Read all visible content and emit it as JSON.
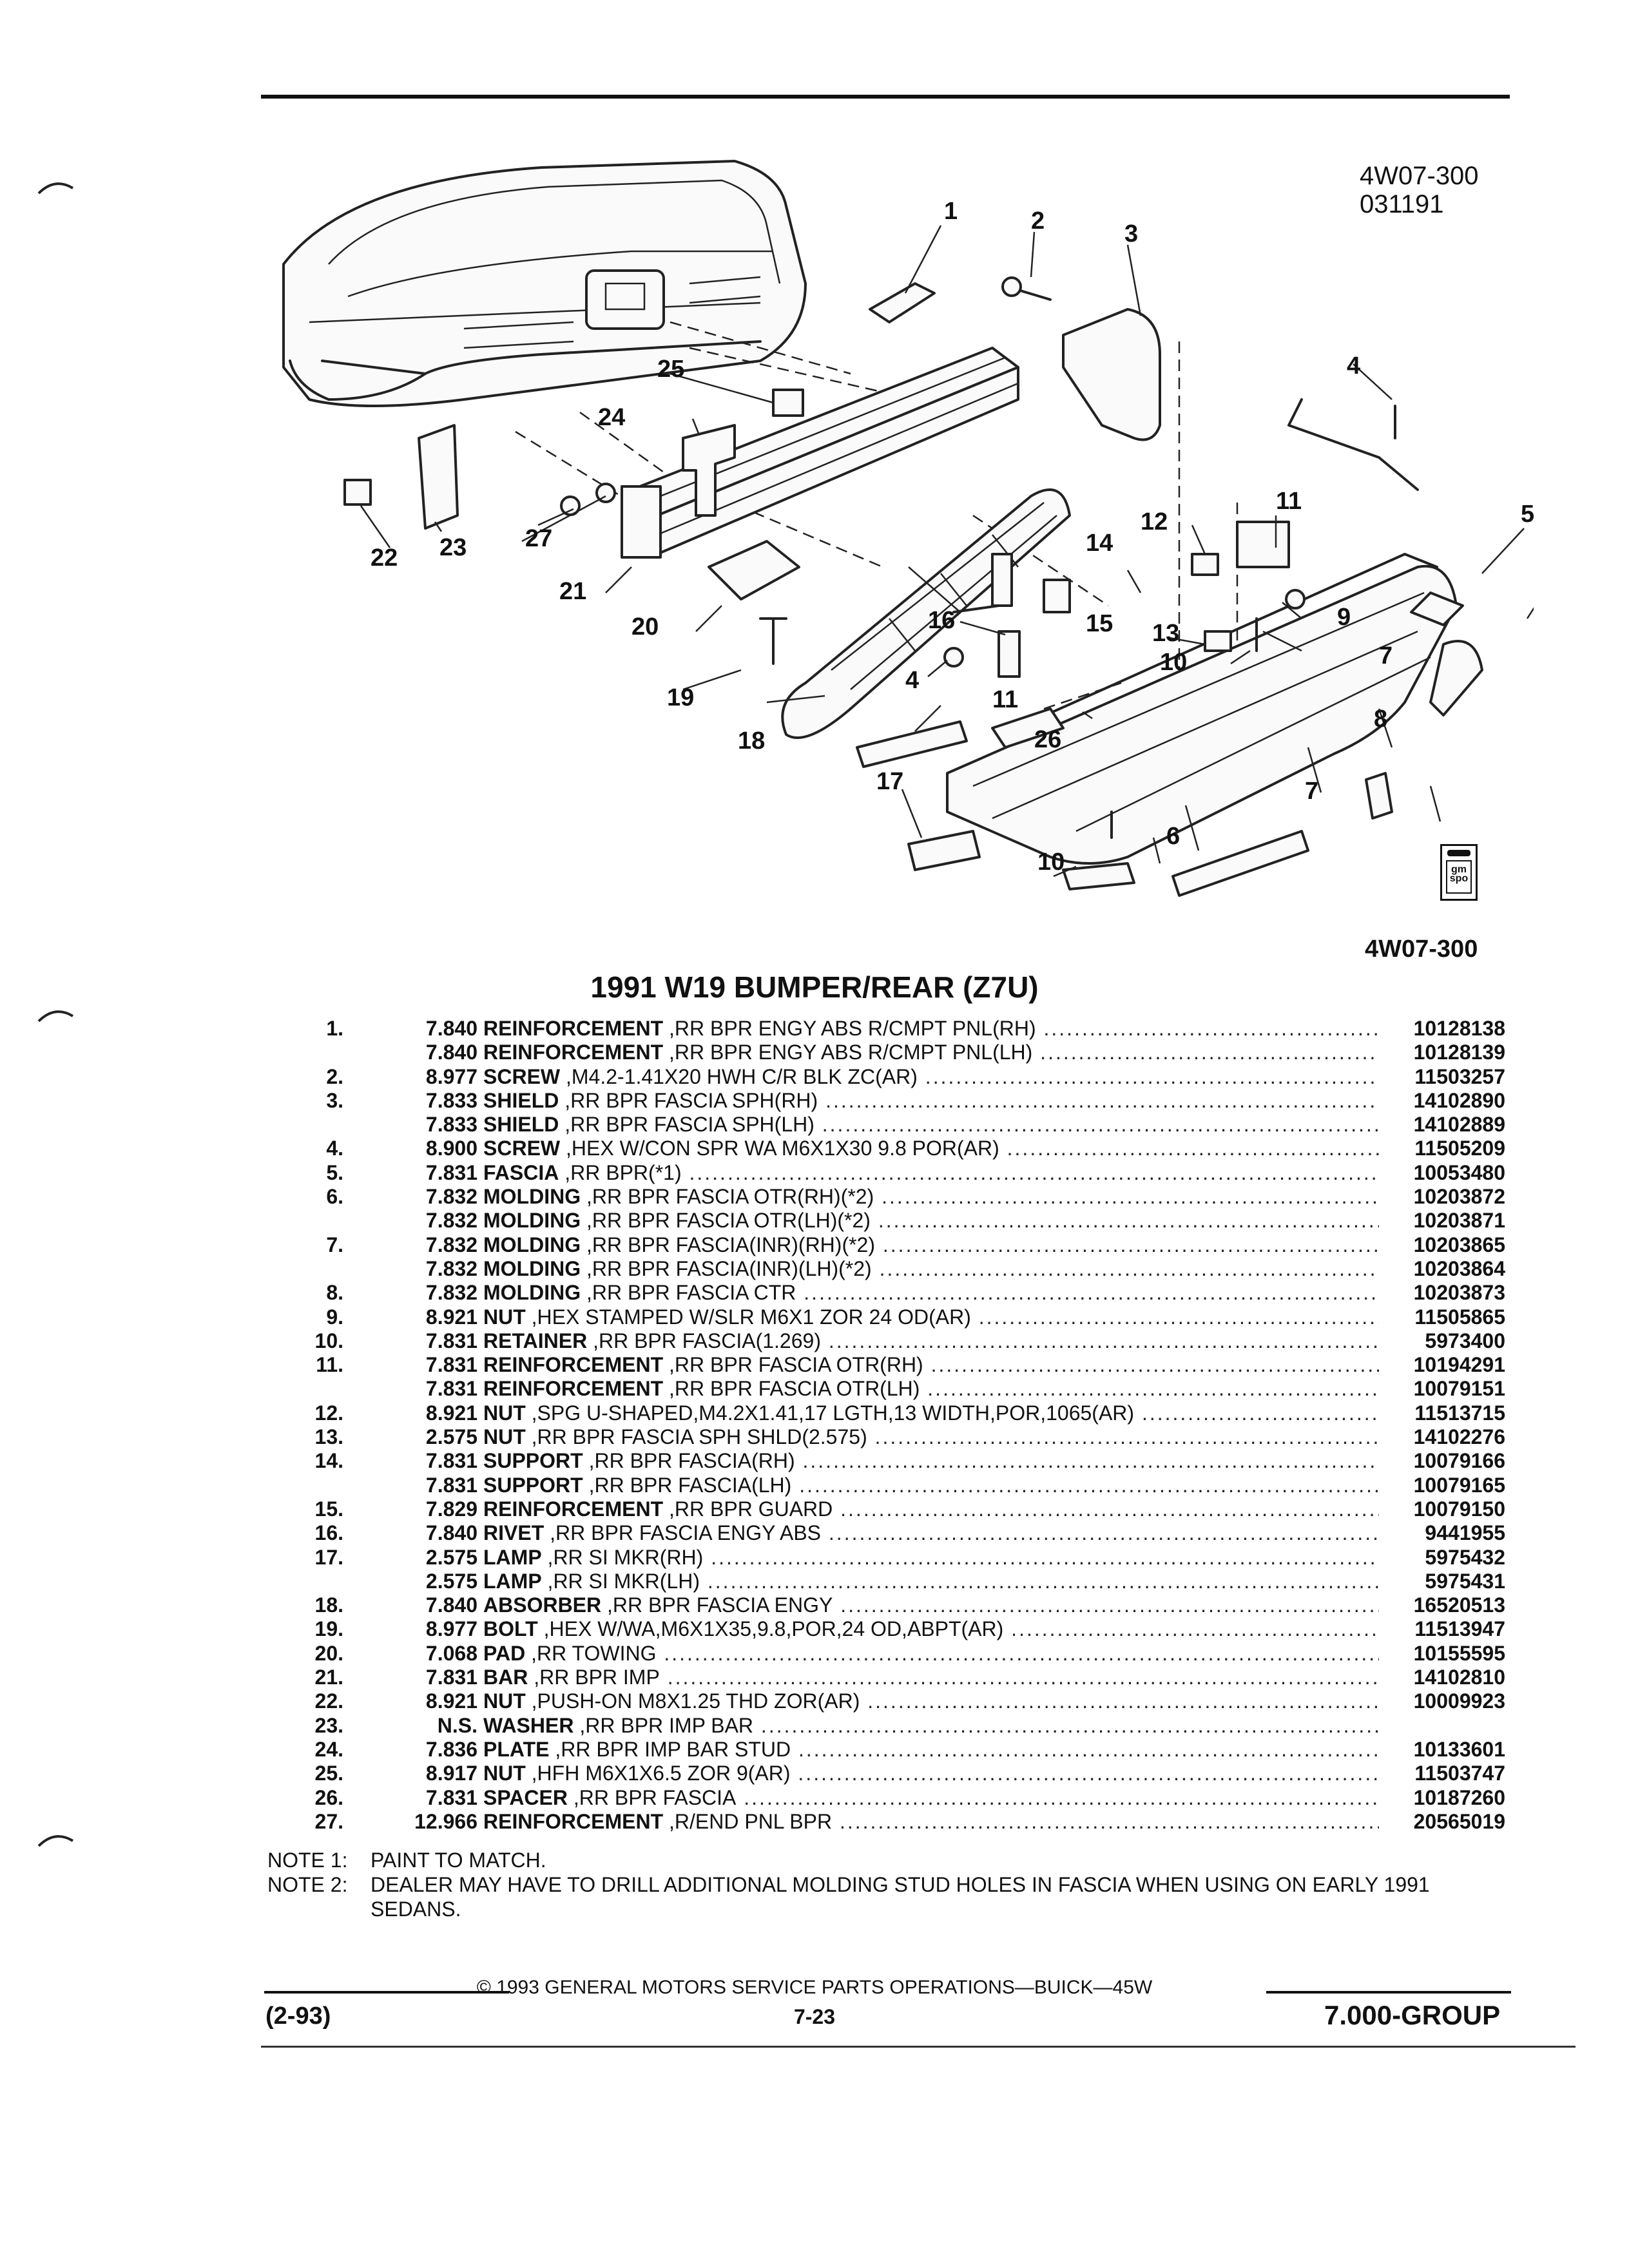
{
  "figure": {
    "code_top": "4W07-300",
    "date": "031191",
    "code_bottom": "4W07-300",
    "logo_text": "gm spo",
    "callouts": [
      "1",
      "2",
      "3",
      "4",
      "5",
      "6",
      "7",
      "8",
      "9",
      "10",
      "11",
      "12",
      "13",
      "14",
      "15",
      "16",
      "17",
      "18",
      "19",
      "20",
      "21",
      "22",
      "23",
      "24",
      "25",
      "26",
      "27",
      "4",
      "6",
      "7",
      "10",
      "11"
    ]
  },
  "title": "1991 W19 BUMPER/REAR (Z7U)",
  "parts": [
    {
      "num": "1.",
      "code": "7.840",
      "name": "REINFORCEMENT",
      "desc": " ,RR BPR ENGY ABS R/CMPT PNL(RH)",
      "pn": "10128138"
    },
    {
      "num": "",
      "code": "7.840",
      "name": "REINFORCEMENT",
      "desc": " ,RR BPR ENGY ABS R/CMPT PNL(LH)",
      "pn": "10128139"
    },
    {
      "num": "2.",
      "code": "8.977",
      "name": "SCREW",
      "desc": " ,M4.2-1.41X20 HWH C/R BLK ZC(AR)",
      "pn": "11503257"
    },
    {
      "num": "3.",
      "code": "7.833",
      "name": "SHIELD",
      "desc": " ,RR BPR FASCIA SPH(RH)",
      "pn": "14102890"
    },
    {
      "num": "",
      "code": "7.833",
      "name": "SHIELD",
      "desc": " ,RR BPR FASCIA SPH(LH)",
      "pn": "14102889"
    },
    {
      "num": "4.",
      "code": "8.900",
      "name": "SCREW",
      "desc": " ,HEX W/CON SPR WA M6X1X30 9.8 POR(AR)",
      "pn": "11505209"
    },
    {
      "num": "5.",
      "code": "7.831",
      "name": "FASCIA",
      "desc": " ,RR BPR(*1)",
      "pn": "10053480"
    },
    {
      "num": "6.",
      "code": "7.832",
      "name": "MOLDING",
      "desc": " ,RR BPR FASCIA OTR(RH)(*2)",
      "pn": "10203872"
    },
    {
      "num": "",
      "code": "7.832",
      "name": "MOLDING",
      "desc": " ,RR BPR FASCIA OTR(LH)(*2)",
      "pn": "10203871"
    },
    {
      "num": "7.",
      "code": "7.832",
      "name": "MOLDING",
      "desc": " ,RR BPR FASCIA(INR)(RH)(*2)",
      "pn": "10203865"
    },
    {
      "num": "",
      "code": "7.832",
      "name": "MOLDING",
      "desc": " ,RR BPR FASCIA(INR)(LH)(*2)",
      "pn": "10203864"
    },
    {
      "num": "8.",
      "code": "7.832",
      "name": "MOLDING",
      "desc": " ,RR BPR FASCIA CTR",
      "pn": "10203873"
    },
    {
      "num": "9.",
      "code": "8.921",
      "name": "NUT",
      "desc": " ,HEX STAMPED W/SLR M6X1 ZOR 24 OD(AR)",
      "pn": "11505865"
    },
    {
      "num": "10.",
      "code": "7.831",
      "name": "RETAINER",
      "desc": " ,RR BPR FASCIA(1.269)",
      "pn": "5973400"
    },
    {
      "num": "11.",
      "code": "7.831",
      "name": "REINFORCEMENT",
      "desc": " ,RR BPR FASCIA OTR(RH)",
      "pn": "10194291"
    },
    {
      "num": "",
      "code": "7.831",
      "name": "REINFORCEMENT",
      "desc": " ,RR BPR FASCIA OTR(LH)",
      "pn": "10079151"
    },
    {
      "num": "12.",
      "code": "8.921",
      "name": "NUT",
      "desc": " ,SPG U-SHAPED,M4.2X1.41,17 LGTH,13 WIDTH,POR,1065(AR)",
      "pn": "11513715"
    },
    {
      "num": "13.",
      "code": "2.575",
      "name": "NUT",
      "desc": " ,RR BPR FASCIA SPH SHLD(2.575)",
      "pn": "14102276"
    },
    {
      "num": "14.",
      "code": "7.831",
      "name": "SUPPORT",
      "desc": " ,RR BPR FASCIA(RH)",
      "pn": "10079166"
    },
    {
      "num": "",
      "code": "7.831",
      "name": "SUPPORT",
      "desc": " ,RR BPR FASCIA(LH)",
      "pn": "10079165"
    },
    {
      "num": "15.",
      "code": "7.829",
      "name": "REINFORCEMENT",
      "desc": " ,RR BPR GUARD",
      "pn": "10079150"
    },
    {
      "num": "16.",
      "code": "7.840",
      "name": "RIVET",
      "desc": " ,RR BPR FASCIA ENGY ABS",
      "pn": "9441955"
    },
    {
      "num": "17.",
      "code": "2.575",
      "name": "LAMP",
      "desc": " ,RR SI MKR(RH)",
      "pn": "5975432"
    },
    {
      "num": "",
      "code": "2.575",
      "name": "LAMP",
      "desc": " ,RR SI MKR(LH)",
      "pn": "5975431"
    },
    {
      "num": "18.",
      "code": "7.840",
      "name": "ABSORBER",
      "desc": " ,RR BPR FASCIA ENGY",
      "pn": "16520513"
    },
    {
      "num": "19.",
      "code": "8.977",
      "name": "BOLT",
      "desc": " ,HEX W/WA,M6X1X35,9.8,POR,24 OD,ABPT(AR)",
      "pn": "11513947"
    },
    {
      "num": "20.",
      "code": "7.068",
      "name": "PAD",
      "desc": " ,RR TOWING",
      "pn": "10155595"
    },
    {
      "num": "21.",
      "code": "7.831",
      "name": "BAR",
      "desc": " ,RR BPR IMP",
      "pn": "14102810"
    },
    {
      "num": "22.",
      "code": "8.921",
      "name": "NUT",
      "desc": " ,PUSH-ON M8X1.25 THD ZOR(AR)",
      "pn": "10009923"
    },
    {
      "num": "23.",
      "code": "N.S.",
      "name": "WASHER",
      "desc": " ,RR BPR IMP BAR",
      "pn": ""
    },
    {
      "num": "24.",
      "code": "7.836",
      "name": "PLATE",
      "desc": " ,RR BPR IMP BAR STUD",
      "pn": "10133601"
    },
    {
      "num": "25.",
      "code": "8.917",
      "name": "NUT",
      "desc": " ,HFH M6X1X6.5 ZOR 9(AR)",
      "pn": "11503747"
    },
    {
      "num": "26.",
      "code": "7.831",
      "name": "SPACER",
      "desc": " ,RR BPR FASCIA",
      "pn": "10187260"
    },
    {
      "num": "27.",
      "code": "12.966",
      "name": "REINFORCEMENT",
      "desc": " ,R/END PNL BPR",
      "pn": "20565019"
    }
  ],
  "notes": [
    {
      "tag": "NOTE  1:",
      "text": "PAINT TO MATCH."
    },
    {
      "tag": "NOTE  2:",
      "text": "DEALER MAY HAVE TO DRILL ADDITIONAL MOLDING STUD HOLES IN FASCIA WHEN USING ON EARLY 1991 SEDANS."
    }
  ],
  "footer": {
    "copyright": "© 1993 GENERAL MOTORS SERVICE PARTS OPERATIONS—BUICK—45W",
    "date": "(2-93)",
    "page": "7-23",
    "group": "7.000-GROUP"
  }
}
